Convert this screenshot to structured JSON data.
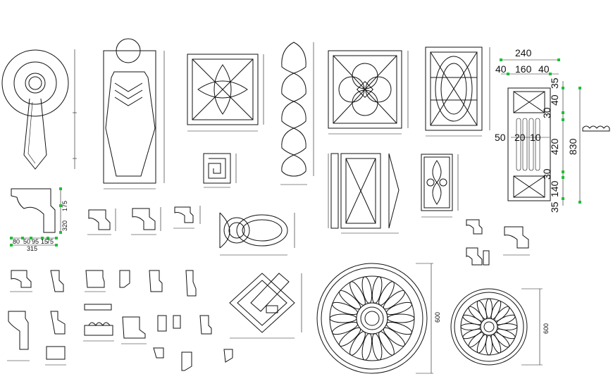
{
  "labels": {
    "w240": "240",
    "w40a": "40",
    "w160": "160",
    "w40b": "40",
    "v35a": "35",
    "v40": "40",
    "v30a": "30",
    "v420": "420",
    "v830": "830",
    "v30b": "30",
    "v140": "140",
    "v35b": "35",
    "h50": "50",
    "h20": "20",
    "h10": "10",
    "c80": "80",
    "c50": "50",
    "c95": "95",
    "c15": "15",
    "c75": "75",
    "c315": "315",
    "c175": "175",
    "c320": "320",
    "d600a": "600",
    "d600b": "600"
  },
  "colors": {
    "line": "#111111",
    "dimension_tick": "#1fbf3a",
    "background": "#ffffff"
  }
}
